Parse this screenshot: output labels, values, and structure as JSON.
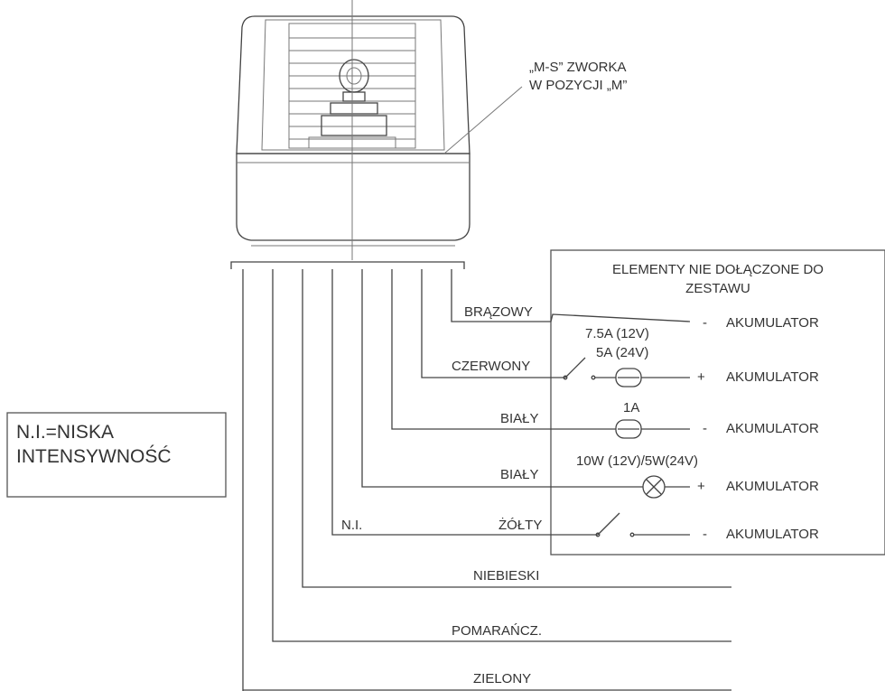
{
  "jumper_note": {
    "line1": "„M-S” ZWORKA",
    "line2": "W POZYCJI „M”"
  },
  "legend": {
    "line1": "N.I.=NISKA",
    "line2": "INTENSYWNOŚĆ"
  },
  "external_box": {
    "title_line1": "ELEMENTY NIE DOŁĄCZONE DO",
    "title_line2": "ZESTAWU"
  },
  "fuse_main": {
    "rating_12v": "7.5A (12V)",
    "rating_24v": "5A (24V)"
  },
  "fuse_small": {
    "rating": "1A"
  },
  "lamp": {
    "rating": "10W (12V)/5W(24V)"
  },
  "ni_label": "N.I.",
  "battery_label": "AKUMULATOR",
  "wires": [
    {
      "color_name": "BRĄZOWY",
      "polarity": "-"
    },
    {
      "color_name": "CZERWONY",
      "polarity": "+"
    },
    {
      "color_name": "BIAŁY",
      "polarity": "-"
    },
    {
      "color_name": "BIAŁY",
      "polarity": "+"
    },
    {
      "color_name": "ŻÓŁTY",
      "polarity": "-"
    },
    {
      "color_name": "NIEBIESKI"
    },
    {
      "color_name": "POMARAŃCZ."
    },
    {
      "color_name": "ZIELONY"
    }
  ]
}
